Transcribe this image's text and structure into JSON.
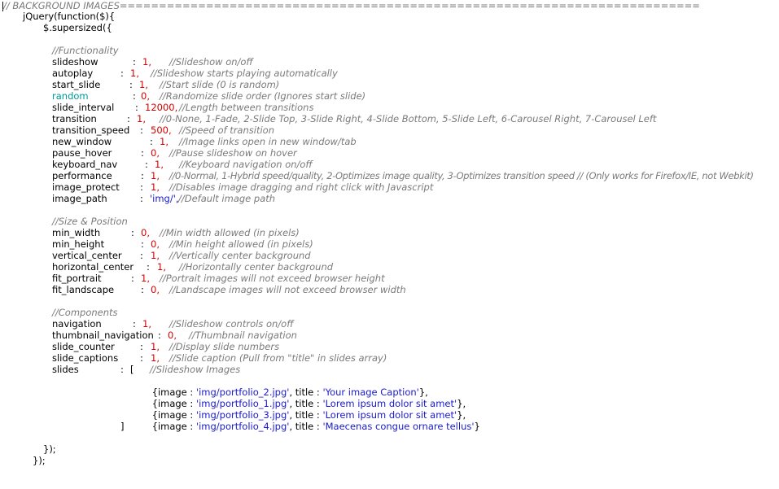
{
  "header_comment": "// BACKGROUND IMAGES==========================================================================",
  "jquery_open": "jQuery(function($){",
  "supersized_open": "$.supersized({",
  "sections": {
    "functionality": "//Functionality",
    "size_position": "//Size & Position",
    "components": "//Components"
  },
  "options": {
    "slideshow": {
      "key": "slideshow",
      "value": "1,",
      "comment": "//Slideshow on/off"
    },
    "autoplay": {
      "key": "autoplay",
      "value": "1,",
      "comment": "//Slideshow starts playing automatically"
    },
    "start_slide": {
      "key": "start_slide",
      "value": "1,",
      "comment": "//Start slide (0 is random)"
    },
    "random": {
      "key": "random",
      "value": "0,",
      "comment": "//Randomize slide order (Ignores start slide)"
    },
    "slide_interval": {
      "key": "slide_interval",
      "value": "12000,",
      "comment": "//Length between transitions"
    },
    "transition": {
      "key": "transition",
      "value": "1,",
      "comment": "//0-None, 1-Fade, 2-Slide Top, 3-Slide Right, 4-Slide Bottom, 5-Slide Left, 6-Carousel Right, 7-Carousel Left"
    },
    "transition_speed": {
      "key": "transition_speed",
      "value": "500,",
      "comment": "//Speed of transition"
    },
    "new_window": {
      "key": "new_window",
      "value": "1,",
      "comment": "//Image links open in new window/tab"
    },
    "pause_hover": {
      "key": "pause_hover",
      "value": "0,",
      "comment": "//Pause slideshow on hover"
    },
    "keyboard_nav": {
      "key": "keyboard_nav",
      "value": "1,",
      "comment": "//Keyboard navigation on/off"
    },
    "performance": {
      "key": "performance",
      "value": "1,",
      "comment": "//0-Normal, 1-Hybrid speed/quality, 2-Optimizes image quality, 3-Optimizes transition speed // (Only works for Firefox/IE, not Webkit)"
    },
    "image_protect": {
      "key": "image_protect",
      "value": "1,",
      "comment": "//Disables image dragging and right click with Javascript"
    },
    "image_path": {
      "key": "image_path",
      "value": "'img/',",
      "comment": "//Default image path"
    },
    "min_width": {
      "key": "min_width",
      "value": "0,",
      "comment": "//Min width allowed (in pixels)"
    },
    "min_height": {
      "key": "min_height",
      "value": "0,",
      "comment": "//Min height allowed (in pixels)"
    },
    "vertical_center": {
      "key": "vertical_center",
      "value": "1,",
      "comment": "//Vertically center background"
    },
    "horizontal_center": {
      "key": "horizontal_center",
      "value": "1,",
      "comment": "//Horizontally center background"
    },
    "fit_portrait": {
      "key": "fit_portrait",
      "value": "1,",
      "comment": "//Portrait images will not exceed browser height"
    },
    "fit_landscape": {
      "key": "fit_landscape",
      "value": "0,",
      "comment": "//Landscape images will not exceed browser width"
    },
    "navigation": {
      "key": "navigation",
      "value": "1,",
      "comment": "//Slideshow controls on/off"
    },
    "thumbnail_navigation": {
      "key": "thumbnail_navigation",
      "value": "0,",
      "comment": "//Thumbnail navigation"
    },
    "slide_counter": {
      "key": "slide_counter",
      "value": "1,",
      "comment": "//Display slide numbers"
    },
    "slide_captions": {
      "key": "slide_captions",
      "value": "1,",
      "comment": "//Slide caption (Pull from \"title\" in slides array)"
    },
    "slides": {
      "key": "slides",
      "value": "[",
      "comment": "//Slideshow Images"
    }
  },
  "slides": [
    {
      "prefix": "{image : ",
      "path": "'img/portfolio_2.jpg'",
      "mid": ", title : ",
      "title": "'Your image Caption'",
      "suffix": "},"
    },
    {
      "prefix": "{image : ",
      "path": "'img/portfolio_1.jpg'",
      "mid": ", title : ",
      "title": "'Lorem ipsum dolor sit amet'",
      "suffix": "},"
    },
    {
      "prefix": "{image : ",
      "path": "'img/portfolio_3.jpg'",
      "mid": ", title : ",
      "title": "'Lorem ipsum dolor sit amet'",
      "suffix": "},"
    },
    {
      "prefix": "{image : ",
      "path": "'img/portfolio_4.jpg'",
      "mid": ", title : ",
      "title": "'Maecenas congue ornare tellus'",
      "suffix": "}"
    }
  ],
  "slides_close": "]",
  "supersized_close": "});",
  "jquery_close": "});"
}
